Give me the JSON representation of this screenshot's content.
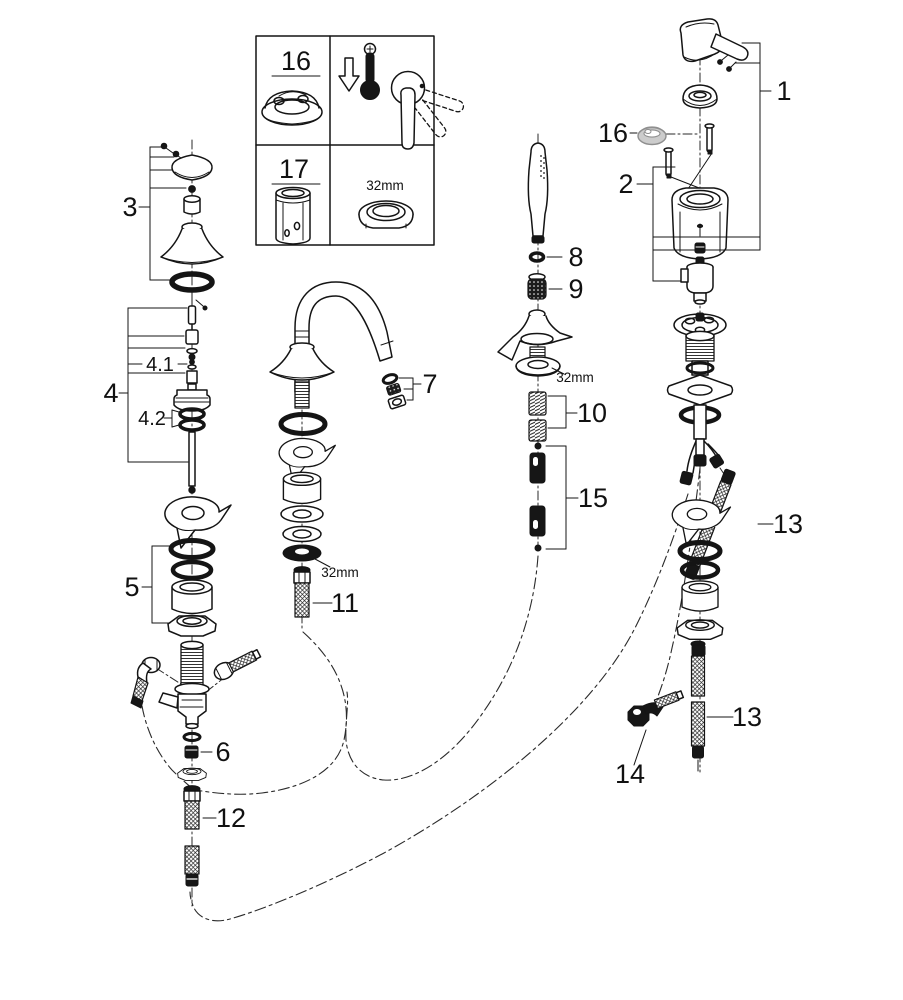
{
  "diagram": {
    "type": "exploded-parts-diagram",
    "colors": {
      "background": "#ffffff",
      "line": "#141414",
      "gray_part": "#cccccc"
    },
    "inset": {
      "item_16_label": "16",
      "item_17_label": "17",
      "nut_size_label": "32mm"
    },
    "labels": {
      "p1": "1",
      "p2": "2",
      "p3": "3",
      "p4": "4",
      "p4_1": "4.1",
      "p4_2": "4.2",
      "p5": "5",
      "p6": "6",
      "p7": "7",
      "p8": "8",
      "p9": "9",
      "p10": "10",
      "p11": "11",
      "p12": "12",
      "p13_upper": "13",
      "p13_lower": "13",
      "p14": "14",
      "p15": "15",
      "p16_main": "16"
    },
    "sizes": {
      "spout_nut": "32mm",
      "shower_nut": "32mm"
    }
  }
}
